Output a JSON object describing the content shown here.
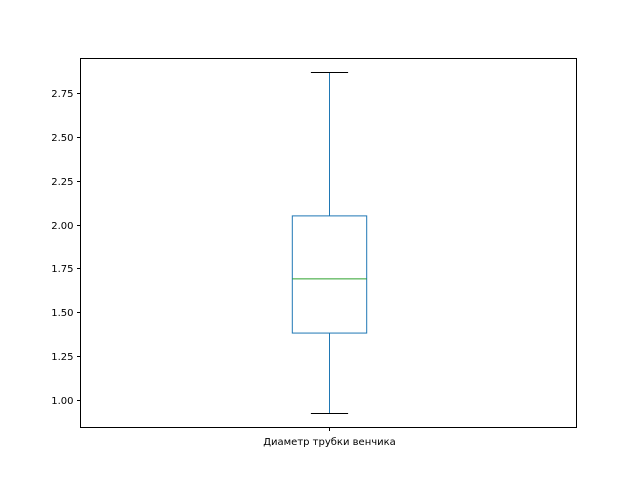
{
  "chart_data": {
    "type": "box",
    "title": "",
    "xlabel": "",
    "ylabel": "",
    "categories": [
      "Диаметр трубки венчика"
    ],
    "series": [
      {
        "whisker_low": 0.92,
        "q1": 1.38,
        "median": 1.69,
        "q3": 2.05,
        "whisker_high": 2.87
      }
    ],
    "ylim": [
      0.84,
      2.95
    ],
    "yticks": [
      1.0,
      1.25,
      1.5,
      1.75,
      2.0,
      2.25,
      2.5,
      2.75
    ],
    "ytick_labels": [
      "1.00",
      "1.25",
      "1.50",
      "1.75",
      "2.00",
      "2.25",
      "2.50",
      "2.75"
    ],
    "grid": false,
    "colors": {
      "box": "#1f77b4",
      "median": "#2ca02c",
      "caps": "#000000",
      "axes": "#000000"
    }
  }
}
